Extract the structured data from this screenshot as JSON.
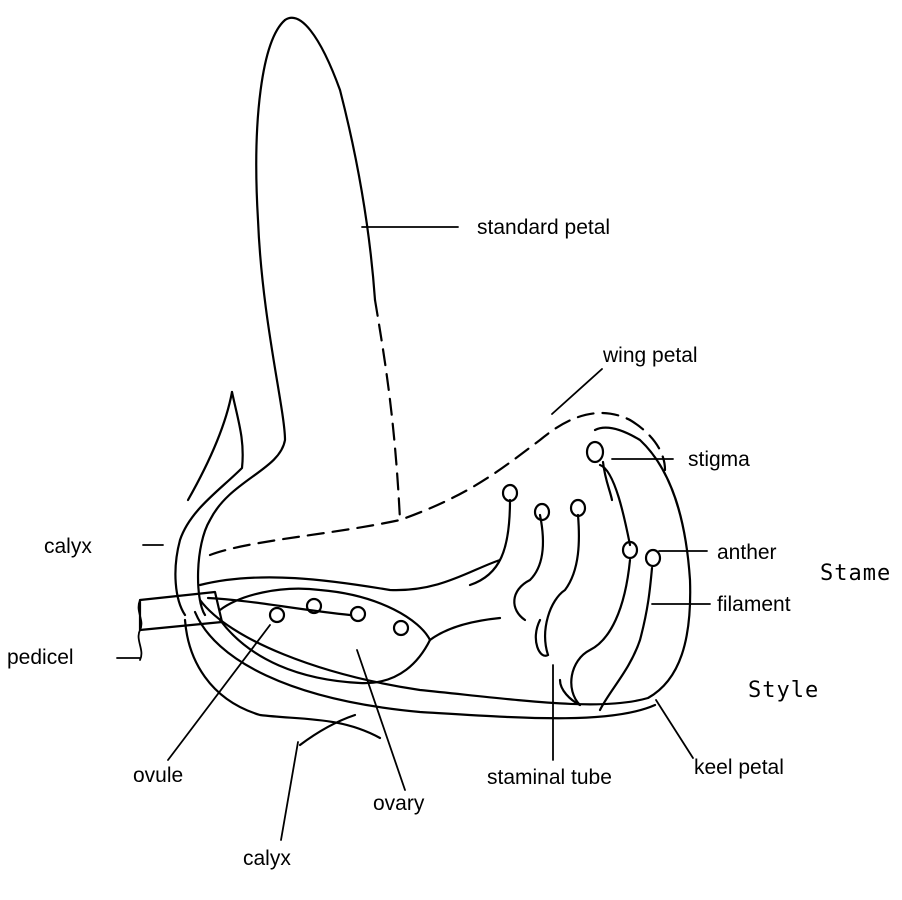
{
  "labels": {
    "standard_petal": "standard petal",
    "wing_petal": "wing petal",
    "stigma": "stigma",
    "calyx_left": "calyx",
    "anther": "anther",
    "stamen": "Stame",
    "filament": "filament",
    "pedicel": "pedicel",
    "style": "Style",
    "keel_petal": "keel petal",
    "ovule": "ovule",
    "staminal_tube": "staminal tube",
    "ovary": "ovary",
    "calyx_bottom": "calyx"
  }
}
